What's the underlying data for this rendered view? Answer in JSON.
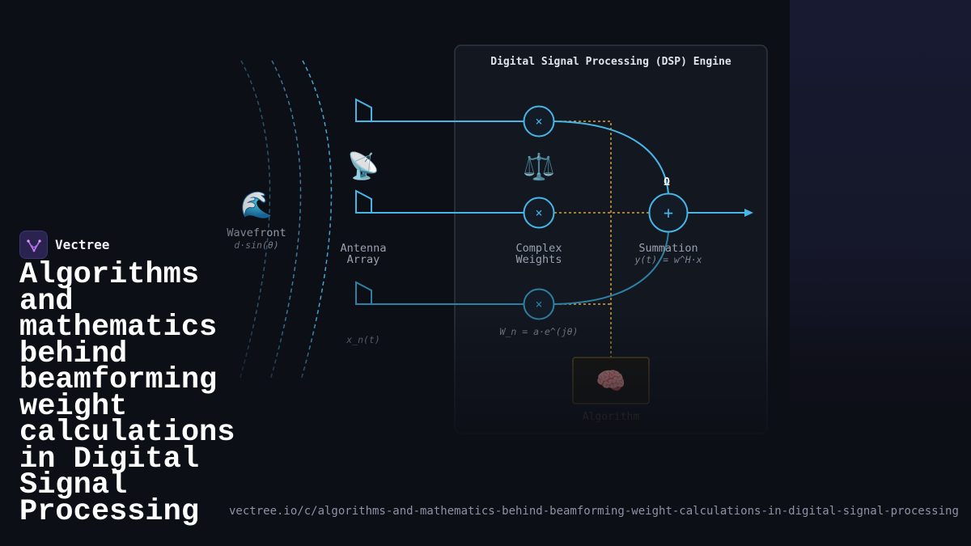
{
  "brand": {
    "name": "Vectree",
    "logo_icon": "vectree-logo-icon"
  },
  "article": {
    "title": "Algorithms and mathematics behind beamforming weight calculations in Digital Signal Processing",
    "url": "vectree.io/c/algorithms-and-mathematics-behind-beamforming-weight-calculations-in-digital-signal-processing"
  },
  "diagram": {
    "dsp_title": "Digital Signal Processing (DSP) Engine",
    "wavefront": {
      "label": "Wavefront",
      "formula": "d·sin(θ)",
      "icon": "wave-emoji-icon"
    },
    "antenna": {
      "label_line1": "Antenna",
      "label_line2": "Array",
      "signal": "x_n(t)",
      "icon": "satellite-antenna-icon"
    },
    "weights": {
      "label_line1": "Complex",
      "label_line2": "Weights",
      "formula": "W_n = a·e^(jθ)",
      "icon": "balance-scale-icon",
      "operator": "×"
    },
    "summation": {
      "label": "Summation",
      "formula": "y(t) = w^H·x",
      "operator": "+",
      "marker": "Ω"
    },
    "algorithm": {
      "label": "Algorithm",
      "icon": "brain-icon"
    },
    "colors": {
      "signal": "#47b5e6",
      "control": "#d7a23a",
      "panel": "#121720"
    }
  }
}
